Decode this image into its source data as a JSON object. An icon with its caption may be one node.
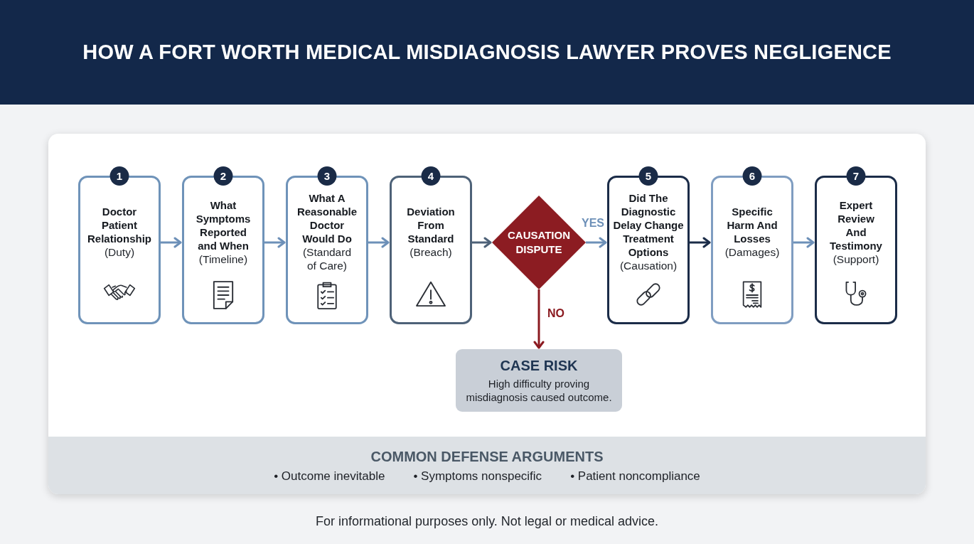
{
  "diagram": {
    "title": "HOW A FORT WORTH MEDICAL MISDIAGNOSIS LAWYER PROVES NEGLIGENCE",
    "caption": "For informational purposes only. Not legal or medical advice.",
    "nodes": [
      {
        "text": [
          "1",
          "Doctor Patient Relationship",
          "(Duty)"
        ]
      },
      {
        "text": [
          "2",
          "What Symptoms Reported and When",
          "(Timeline)"
        ]
      },
      {
        "text": [
          "3",
          "What A Reasonable Doctor Would Do",
          "(Standard of Care)"
        ]
      },
      {
        "text": [
          "4",
          "Deviation From Standard",
          "(Breach)"
        ]
      },
      {
        "text": [
          "CAUSATION DISPUTE"
        ]
      },
      {
        "text": [
          "5",
          "Did The Diagnostic Delay Change Treatment Options",
          "(Causation)"
        ]
      },
      {
        "text": [
          "6",
          "Specific Harm And Losses",
          "(Damages)"
        ]
      },
      {
        "text": [
          "7",
          "Expert Review And Testimony",
          "(Support)"
        ]
      },
      {
        "text": [
          "CASE RISK",
          "High difficulty proving misdiagnosis caused outcome."
        ]
      },
      {
        "text": [
          "COMMON DEFENSE ARGUMENTS",
          "• Outcome inevitable",
          "• Symptoms nonspecific",
          "• Patient noncompliance"
        ]
      }
    ],
    "edges": [
      {
        "from": 0,
        "to": 1,
        "arrow": "to"
      },
      {
        "from": 1,
        "to": 2,
        "arrow": "to"
      },
      {
        "from": 2,
        "to": 3,
        "arrow": "to"
      },
      {
        "from": 3,
        "to": 4,
        "arrow": "to",
        "color": "#4e6278"
      },
      {
        "from": 4,
        "to": 5,
        "arrow": "to",
        "label": "YES"
      },
      {
        "from": 4,
        "to": 8,
        "arrow": "to",
        "label": "NO",
        "color": "#8b1a20"
      },
      {
        "from": 5,
        "to": 6,
        "arrow": "to",
        "color": "#1b2c48"
      },
      {
        "from": 6,
        "to": 7,
        "arrow": "to"
      }
    ]
  }
}
